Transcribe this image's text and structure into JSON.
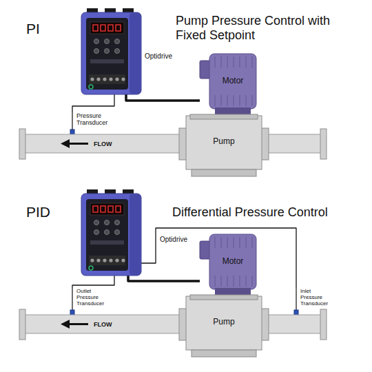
{
  "diagram": {
    "nodes": [
      {
        "text": [
          "Optidrive"
        ]
      },
      {
        "text": [
          "Motor"
        ]
      },
      {
        "text": [
          "Pressure Transducer"
        ]
      },
      {
        "text": [
          "FLOW"
        ]
      },
      {
        "text": [
          "Pump"
        ]
      },
      {
        "text": [
          "Optidrive"
        ]
      },
      {
        "text": [
          "Motor"
        ]
      },
      {
        "text": [
          "Outlet Pressure Transducer"
        ]
      },
      {
        "text": [
          "Inlet Pressure Transducer"
        ]
      },
      {
        "text": [
          "FLOW"
        ]
      },
      {
        "text": [
          "Pump"
        ]
      }
    ],
    "edges": [
      {
        "from": 2,
        "to": 0,
        "arrow": "none"
      },
      {
        "from": 0,
        "to": 1,
        "arrow": "none"
      },
      {
        "from": 7,
        "to": 5,
        "arrow": "none"
      },
      {
        "from": 5,
        "to": 6,
        "arrow": "none"
      },
      {
        "from": 8,
        "to": 5,
        "arrow": "none"
      }
    ],
    "labels": [
      "PI",
      "Pump Pressure Control with Fixed Setpoint",
      "PID",
      "Differential Pressure Control"
    ]
  }
}
